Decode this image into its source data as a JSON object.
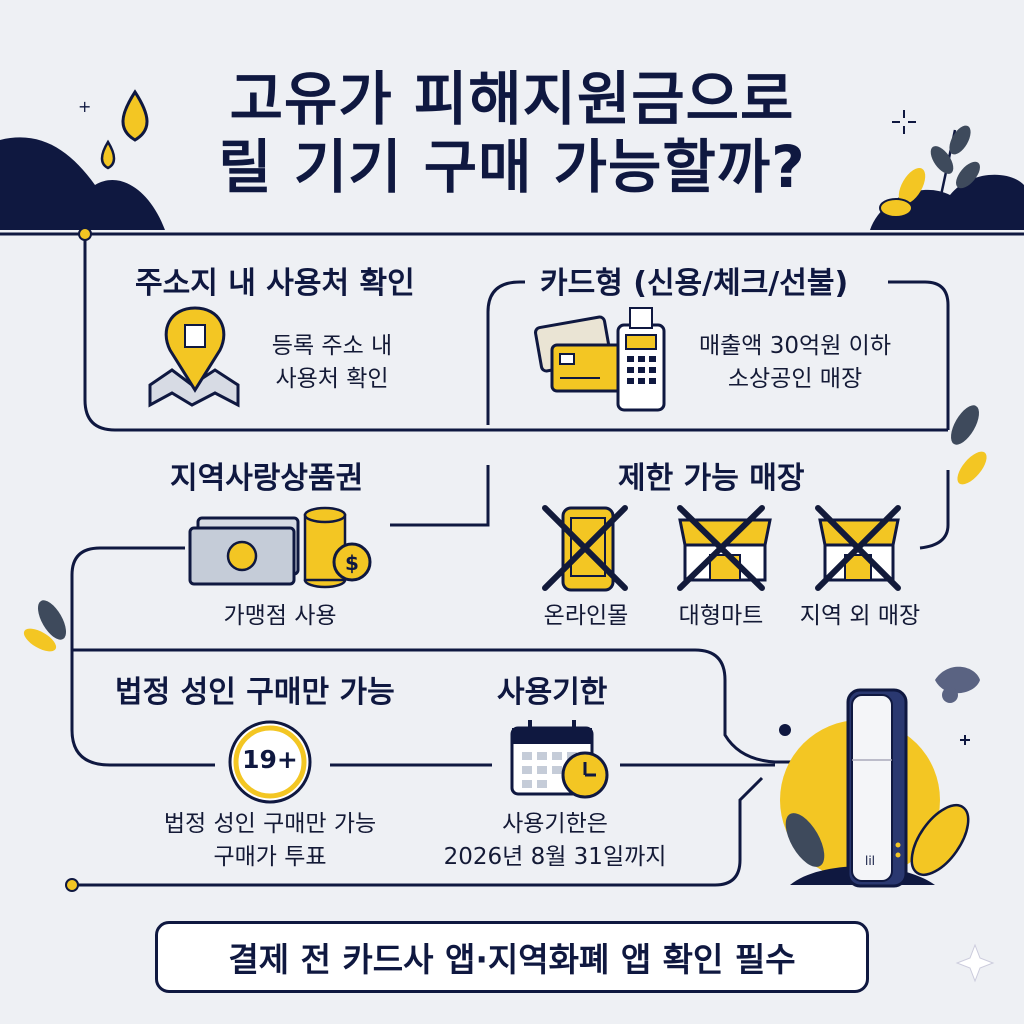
{
  "title": {
    "line1": "고유가 피해지원금으로",
    "line2": "릴 기기 구매 가능할까?"
  },
  "sections": {
    "address": {
      "heading": "주소지 내 사용처 확인",
      "text1": "등록 주소 내",
      "text2": "사용처 확인"
    },
    "card": {
      "heading": "카드형 (신용/체크/선불)",
      "text1": "매출액 30억원 이하",
      "text2": "소상공인 매장"
    },
    "voucher": {
      "heading": "지역사랑상품권",
      "text": "가맹점 사용"
    },
    "restricted": {
      "heading": "제한 가능 매장",
      "items": [
        "온라인몰",
        "대형마트",
        "지역 외 매장"
      ]
    },
    "adult": {
      "heading": "법정 성인 구매만 가능",
      "badge": "19+",
      "text1": "법정 성인 구매만 가능",
      "text2": "구매가 투표"
    },
    "expiry": {
      "heading": "사용기한",
      "text1": "사용기한은",
      "text2": "2026년 8월 31일까지"
    }
  },
  "footer": {
    "text": "결제 전 카드사 앱·지역화폐 앱 확인 필수"
  },
  "device_label": "lil",
  "colors": {
    "navy": "#0f1840",
    "yellow": "#f3c623",
    "background": "#eef0f4",
    "slate": "#3e4a5c"
  }
}
